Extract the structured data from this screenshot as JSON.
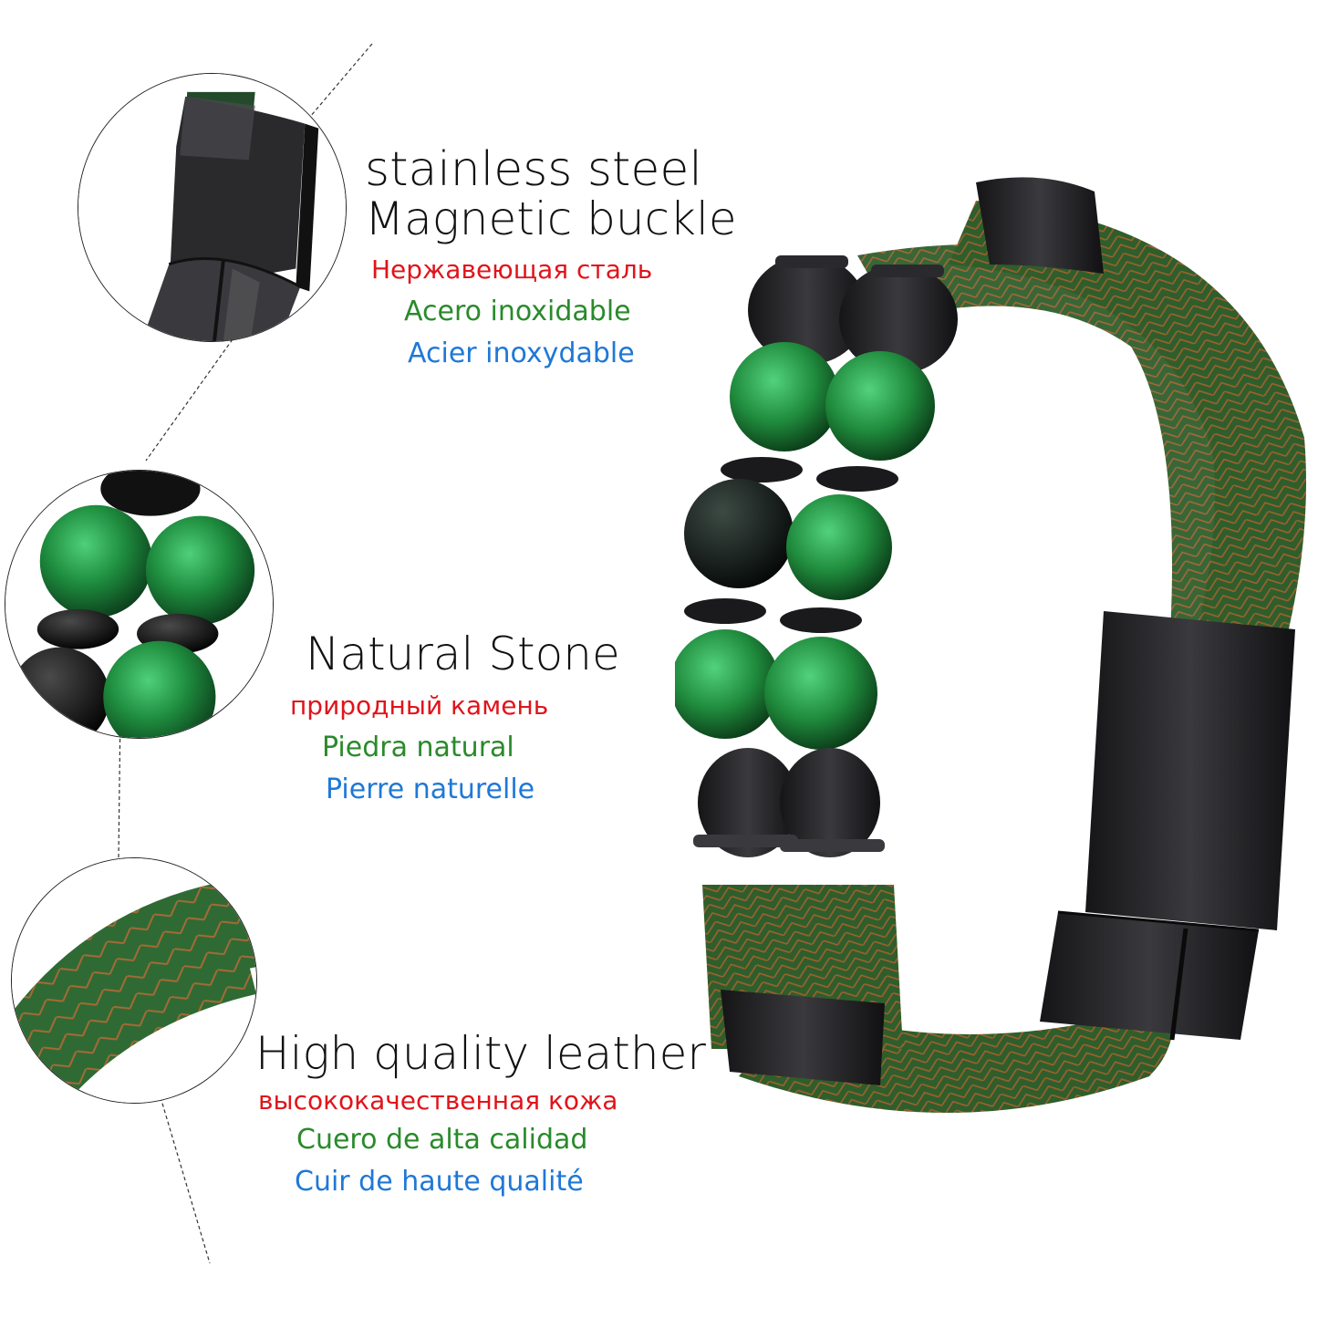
{
  "features": [
    {
      "id": "buckle",
      "title_line1": "stainless steel",
      "title_line2": "Magnetic buckle",
      "ru": "Нержавеющая сталь",
      "es": "Acero inoxidable",
      "fr": "Acier inoxydable",
      "zoom_subject": "black-magnetic-clasp"
    },
    {
      "id": "stone",
      "title_line1": "Natural Stone",
      "ru": "природный камень",
      "es": "Piedra natural",
      "fr": "Pierre naturelle",
      "zoom_subject": "green-tiger-eye-beads"
    },
    {
      "id": "leather",
      "title_line1": "High quality leather",
      "ru": "высококачественная кожа",
      "es": "Cuero de alta calidad",
      "fr": "Cuir de haute qualité",
      "zoom_subject": "green-braided-leather"
    }
  ],
  "colors": {
    "english": "#111111",
    "russian": "#e0141b",
    "spanish": "#2a8a2a",
    "french": "#1f78d6",
    "leather_green": "#2f5e2c",
    "stitch_brown": "#a0612c",
    "bead_green": "#1f8a3c",
    "metal_black": "#1c1c1e"
  },
  "product": {
    "name": "Double-strand braided leather bracelet with green tiger eye beads and black magnetic clasp"
  }
}
